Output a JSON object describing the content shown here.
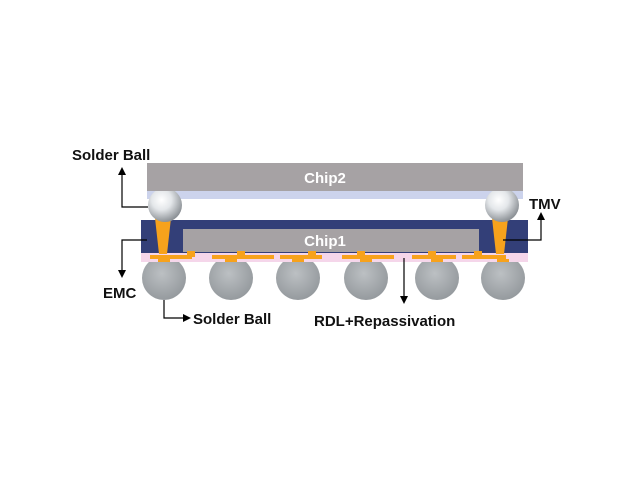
{
  "diagram": {
    "labels": {
      "chip2": "Chip2",
      "chip1": "Chip1",
      "solder_ball_top": "Solder Ball",
      "solder_ball_bottom": "Solder Ball",
      "tmv": "TMV",
      "emc": "EMC",
      "rdl": "RDL+Repassivation"
    },
    "colors": {
      "chip": "#a6a2a4",
      "interposer_light": "#ccd3ec",
      "emc": "#333f78",
      "copper": "#f7a21c",
      "repassivation": "#f5d6ea",
      "solder_ball": "#a7acb0",
      "silver_ball": "#d8dce0"
    },
    "bottom_ball_count": 6
  }
}
